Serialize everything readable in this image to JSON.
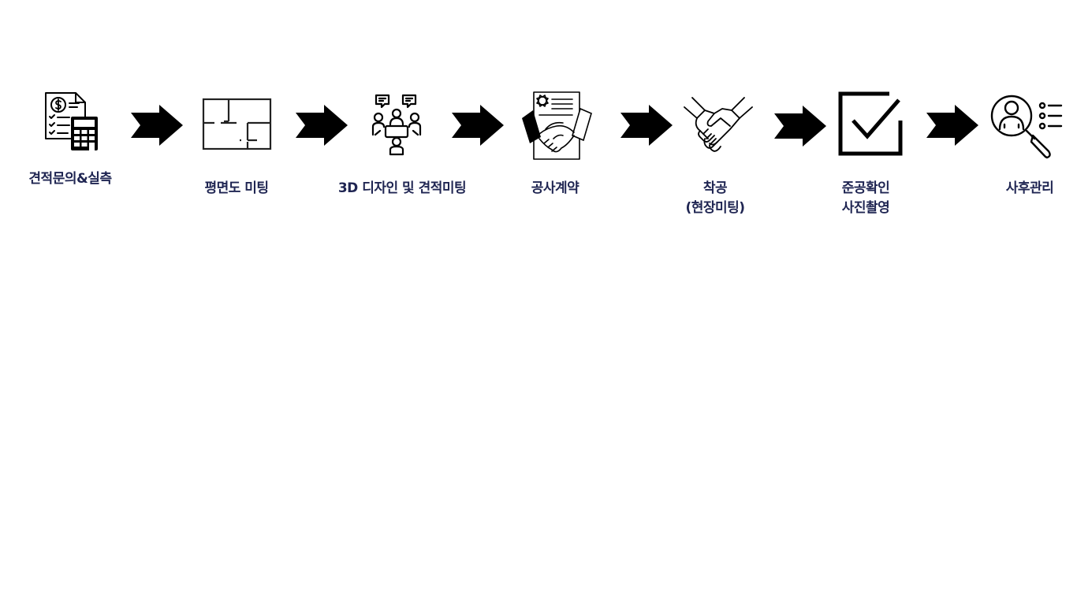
{
  "steps": [
    {
      "id": "estimate",
      "icon": "invoice-calculator-icon",
      "lines": [
        "견적문의&실측"
      ]
    },
    {
      "id": "floorplan",
      "icon": "floor-plan-icon",
      "lines": [
        "평면도 미팅"
      ]
    },
    {
      "id": "design",
      "icon": "team-meeting-icon",
      "lines": [
        "3D 디자인 및 견적미팅"
      ]
    },
    {
      "id": "contract",
      "icon": "contract-handshake-icon",
      "lines": [
        "공사계약"
      ]
    },
    {
      "id": "start",
      "icon": "handshake-icon",
      "lines": [
        "착공",
        "(현장미팅)"
      ]
    },
    {
      "id": "completion",
      "icon": "checkbox-icon",
      "lines": [
        "준공확인",
        "사진촬영"
      ]
    },
    {
      "id": "aftercare",
      "icon": "user-search-icon",
      "lines": [
        "사후관리"
      ]
    }
  ],
  "arrow_icon": "right-arrow-icon",
  "colors": {
    "label": "#1f2552",
    "icon": "#000000",
    "background": "#ffffff"
  }
}
